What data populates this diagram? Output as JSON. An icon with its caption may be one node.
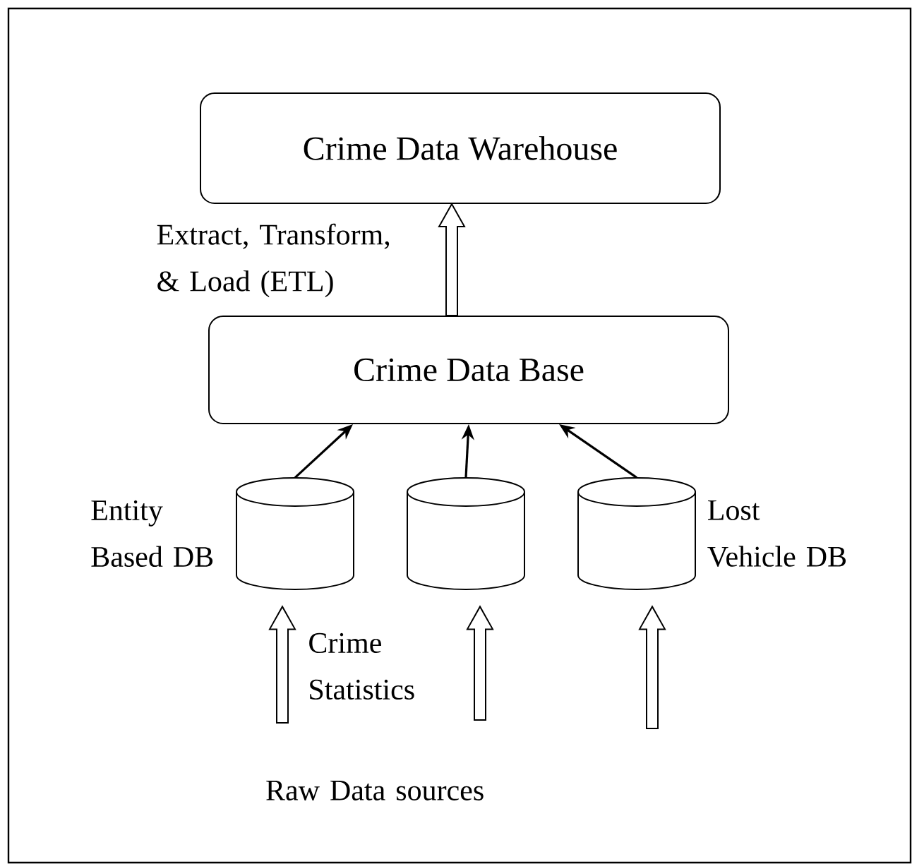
{
  "diagram": {
    "nodes": [
      {
        "text": [
          "Crime Data Warehouse"
        ]
      },
      {
        "text": [
          "Crime Data Base"
        ]
      },
      {
        "text": [],
        "shape": "cylinder",
        "beside": [
          "Entity Based DB"
        ]
      },
      {
        "text": [],
        "shape": "cylinder"
      },
      {
        "text": [],
        "shape": "cylinder",
        "beside": [
          "Lost Vehicle DB"
        ]
      }
    ],
    "edges": [
      {
        "from": 1,
        "to": 0,
        "arrow": "to",
        "style": "thick",
        "label": "Extract, Transform, & Load (ETL)"
      },
      {
        "from": 2,
        "to": 1,
        "arrow": "to"
      },
      {
        "from": 3,
        "to": 1,
        "arrow": "to"
      },
      {
        "from": 4,
        "to": 1,
        "arrow": "to"
      },
      {
        "from": null,
        "to": 2,
        "arrow": "to",
        "style": "thick"
      },
      {
        "from": null,
        "to": 3,
        "arrow": "to",
        "style": "thick"
      },
      {
        "from": null,
        "to": 4,
        "arrow": "to",
        "style": "thick"
      }
    ],
    "labels": [
      "Crime Statistics",
      "Raw Data sources"
    ]
  }
}
